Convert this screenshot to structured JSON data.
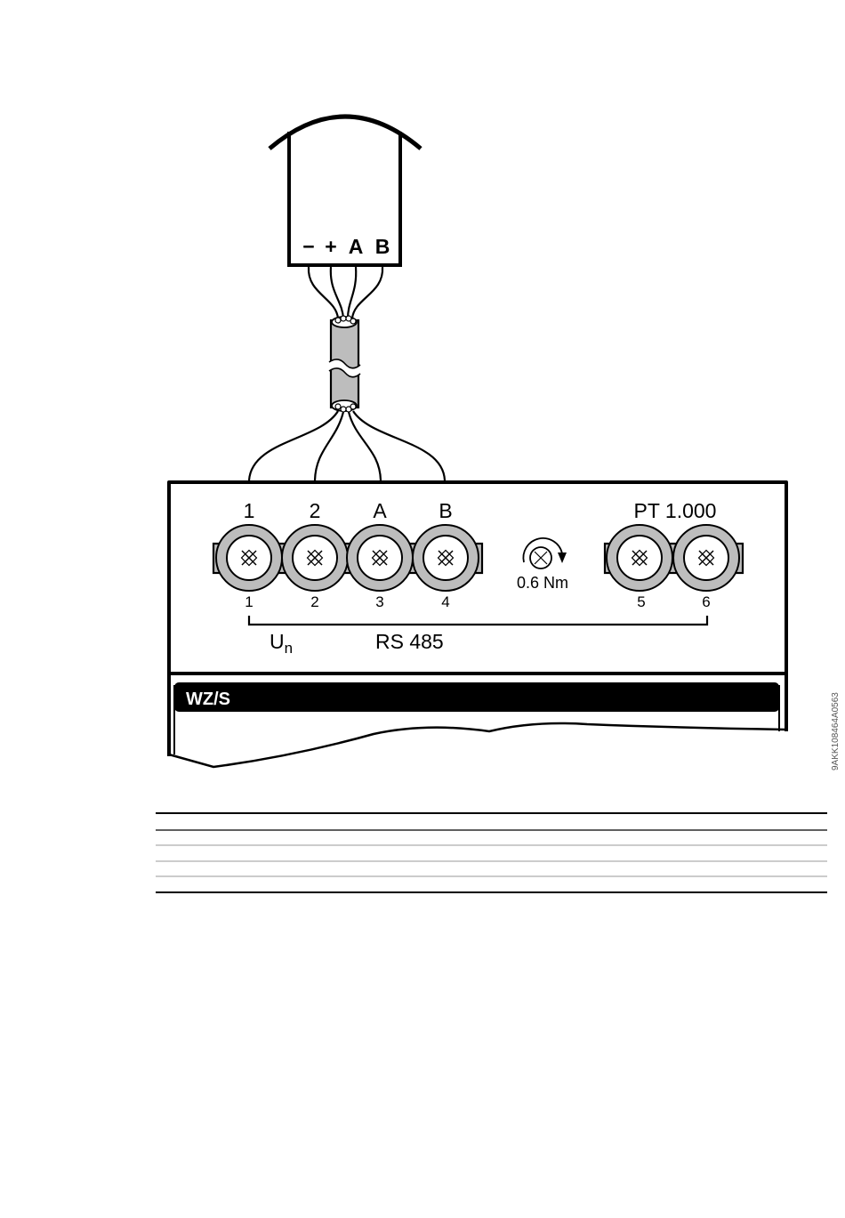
{
  "sensor": {
    "terminal_labels": [
      "−",
      "+",
      "A",
      "B"
    ]
  },
  "device": {
    "top_labels": [
      "1",
      "2",
      "A",
      "B"
    ],
    "pt_label": "PT 1.000",
    "torque_label": "0.6 Nm",
    "bottom_numbers": [
      "1",
      "2",
      "3",
      "4",
      "5",
      "6"
    ],
    "un_label": "U",
    "un_sub": "n",
    "rs485_label": "RS 485",
    "nameplate_label": "WZ/S"
  },
  "doc_id": "9AKK108464A0563",
  "colors": {
    "ink": "#000000",
    "terminal_gray": "#bdbdbd",
    "paper": "#ffffff"
  }
}
